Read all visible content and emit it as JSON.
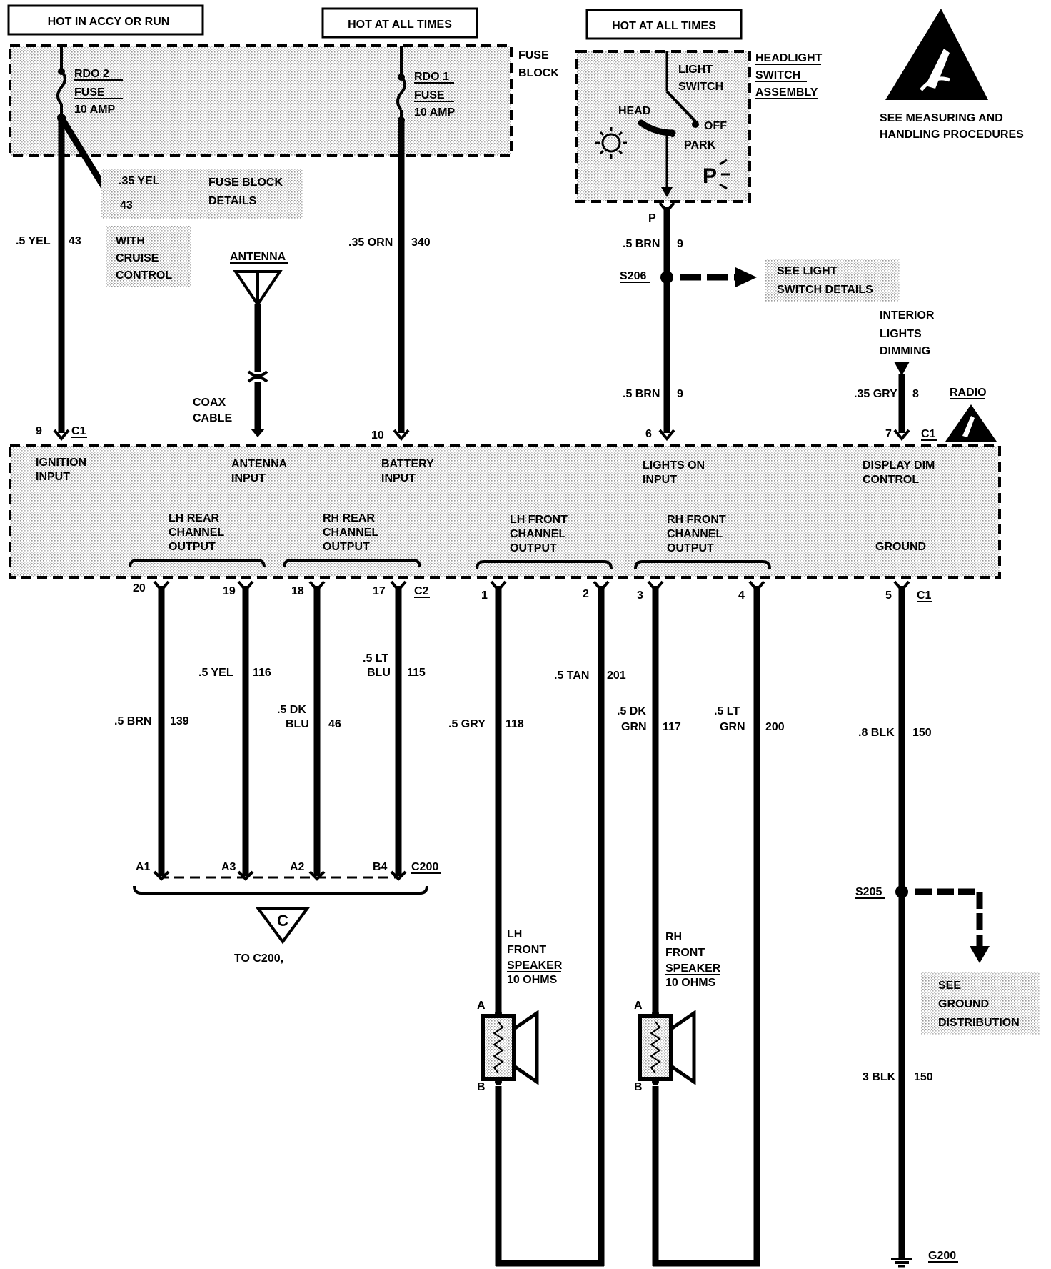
{
  "power": {
    "accy_run": "HOT IN ACCY OR RUN",
    "hot_all_1": "HOT AT ALL TIMES",
    "hot_all_2": "HOT AT ALL TIMES"
  },
  "fuse_block": {
    "label_1": "FUSE",
    "label_2": "BLOCK",
    "rdo2_1": "RDO 2",
    "rdo2_2": "FUSE",
    "rdo2_3": "10 AMP",
    "rdo1_1": "RDO 1",
    "rdo1_2": "FUSE",
    "rdo1_3": "10 AMP"
  },
  "fuse_details": {
    "wire": ".35 YEL",
    "circuit": "43",
    "label_1": "FUSE BLOCK",
    "label_2": "DETAILS"
  },
  "cruise": {
    "l1": "WITH",
    "l2": "CRUISE",
    "l3": "CONTROL"
  },
  "headlight": {
    "l1": "HEADLIGHT",
    "l2": "SWITCH",
    "l3": "ASSEMBLY",
    "light": "LIGHT",
    "switch": "SWITCH",
    "head": "HEAD",
    "off": "OFF",
    "park": "PARK",
    "p_term": "P"
  },
  "esd": {
    "l1": "SEE MEASURING AND",
    "l2": "HANDLING PROCEDURES"
  },
  "wires": {
    "yel_43": ".5 YEL",
    "yel_43_num": "43",
    "orn_340": ".35 ORN",
    "orn_340_num": "340",
    "brn_9_top": ".5 BRN",
    "brn_9_top_num": "9",
    "brn_9_bot": ".5 BRN",
    "brn_9_bot_num": "9",
    "gry_8": ".35 GRY",
    "gry_8_num": "8",
    "brn_139": ".5 BRN",
    "brn_139_num": "139",
    "yel_116": ".5 YEL",
    "yel_116_num": "116",
    "dkblu_1": ".5 DK",
    "dkblu_2": "BLU",
    "dkblu_num": "46",
    "ltblu_1": ".5 LT",
    "ltblu_2": "BLU",
    "ltblu_num": "115",
    "gry_118": ".5 GRY",
    "gry_118_num": "118",
    "tan_201": ".5 TAN",
    "tan_201_num": "201",
    "dkgrn_1": ".5 DK",
    "dkgrn_2": "GRN",
    "dkgrn_num": "117",
    "ltgrn_1": ".5 LT",
    "ltgrn_2": "GRN",
    "ltgrn_num": "200",
    "blk_08": ".8 BLK",
    "blk_08_num": "150",
    "blk_3": "3 BLK",
    "blk_3_num": "150"
  },
  "antenna": {
    "label": "ANTENNA",
    "coax_1": "COAX",
    "coax_2": "CABLE"
  },
  "splices": {
    "s206": "S206",
    "s206_1": "SEE LIGHT",
    "s206_2": "SWITCH DETAILS",
    "s205": "S205",
    "gnd_1": "SEE",
    "gnd_2": "GROUND",
    "gnd_3": "DISTRIBUTION"
  },
  "dimming": {
    "l1": "INTERIOR",
    "l2": "LIGHTS",
    "l3": "DIMMING"
  },
  "radio": {
    "title": "RADIO",
    "ignition_1": "IGNITION",
    "ignition_2": "INPUT",
    "antenna_1": "ANTENNA",
    "antenna_2": "INPUT",
    "battery_1": "BATTERY",
    "battery_2": "INPUT",
    "lights_1": "LIGHTS ON",
    "lights_2": "INPUT",
    "dim_1": "DISPLAY DIM",
    "dim_2": "CONTROL",
    "ground": "GROUND",
    "lhr_1": "LH REAR",
    "lhr_2": "CHANNEL",
    "lhr_3": "OUTPUT",
    "rhr_1": "RH REAR",
    "rhr_2": "CHANNEL",
    "rhr_3": "OUTPUT",
    "lhf_1": "LH FRONT",
    "lhf_2": "CHANNEL",
    "lhf_3": "OUTPUT",
    "rhf_1": "RH FRONT",
    "rhf_2": "CHANNEL",
    "rhf_3": "OUTPUT"
  },
  "pins": {
    "p9": "9",
    "c1_a": "C1",
    "p10": "10",
    "p6": "6",
    "p7": "7",
    "c1_b": "C1",
    "p20": "20",
    "p19": "19",
    "p18": "18",
    "p17": "17",
    "c2": "C2",
    "p1": "1",
    "p2": "2",
    "p3": "3",
    "p4": "4",
    "p5": "5",
    "c1_c": "C1",
    "a1": "A1",
    "a3": "A3",
    "a2": "A2",
    "b4": "B4",
    "c200": "C200"
  },
  "connector_ref": {
    "letter": "C",
    "text": "TO C200,"
  },
  "speakers": {
    "lh_1": "LH",
    "lh_2": "FRONT",
    "lh_3": "SPEAKER",
    "lh_4": "10 OHMS",
    "rh_1": "RH",
    "rh_2": "FRONT",
    "rh_3": "SPEAKER",
    "rh_4": "10 OHMS",
    "lh_a": "A",
    "lh_b": "B",
    "rh_a": "A",
    "rh_b": "B"
  },
  "ground_point": "G200"
}
